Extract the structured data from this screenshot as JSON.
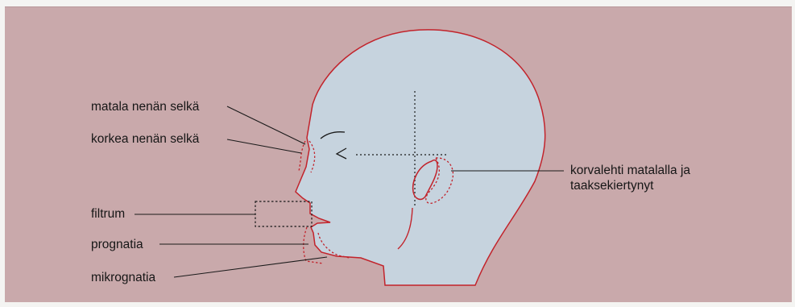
{
  "labels": {
    "low_nasal_bridge": "matala nenän selkä",
    "high_nasal_bridge": "korkea nenän selkä",
    "philtrum": "filtrum",
    "prognathia": "prognatia",
    "micrognathia": "mikrognatia",
    "ear_line1": "korvalehti matalalla ja",
    "ear_line2": "taaksekiertynyt"
  },
  "colors": {
    "panel": "#c9a9ab",
    "head_fill": "#c6d3de",
    "outline": "#c2232b",
    "guide": "#1a1a1a"
  }
}
